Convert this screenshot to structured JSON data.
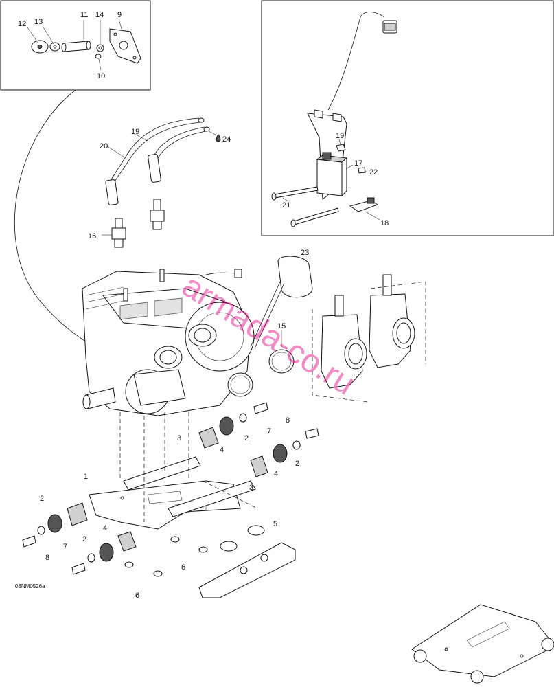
{
  "diagram": {
    "reference_code": "08NM0526a",
    "watermark": "armada-co.ru",
    "callouts": {
      "c1": "1",
      "c2a": "2",
      "c2b": "2",
      "c2c": "2",
      "c2d": "2",
      "c3a": "3",
      "c3b": "3",
      "c4a": "4",
      "c4b": "4",
      "c4c": "4",
      "c5": "5",
      "c6a": "6",
      "c6b": "6",
      "c7a": "7",
      "c7b": "7",
      "c8a": "8",
      "c8b": "8",
      "c9": "9",
      "c10": "10",
      "c11": "11",
      "c12": "12",
      "c13": "13",
      "c14": "14",
      "c15": "15",
      "c16": "16",
      "c17": "17",
      "c18": "18",
      "c19a": "19",
      "c19b": "19",
      "c20": "20",
      "c21": "21",
      "c22": "22",
      "c23": "23",
      "c24": "24"
    }
  }
}
